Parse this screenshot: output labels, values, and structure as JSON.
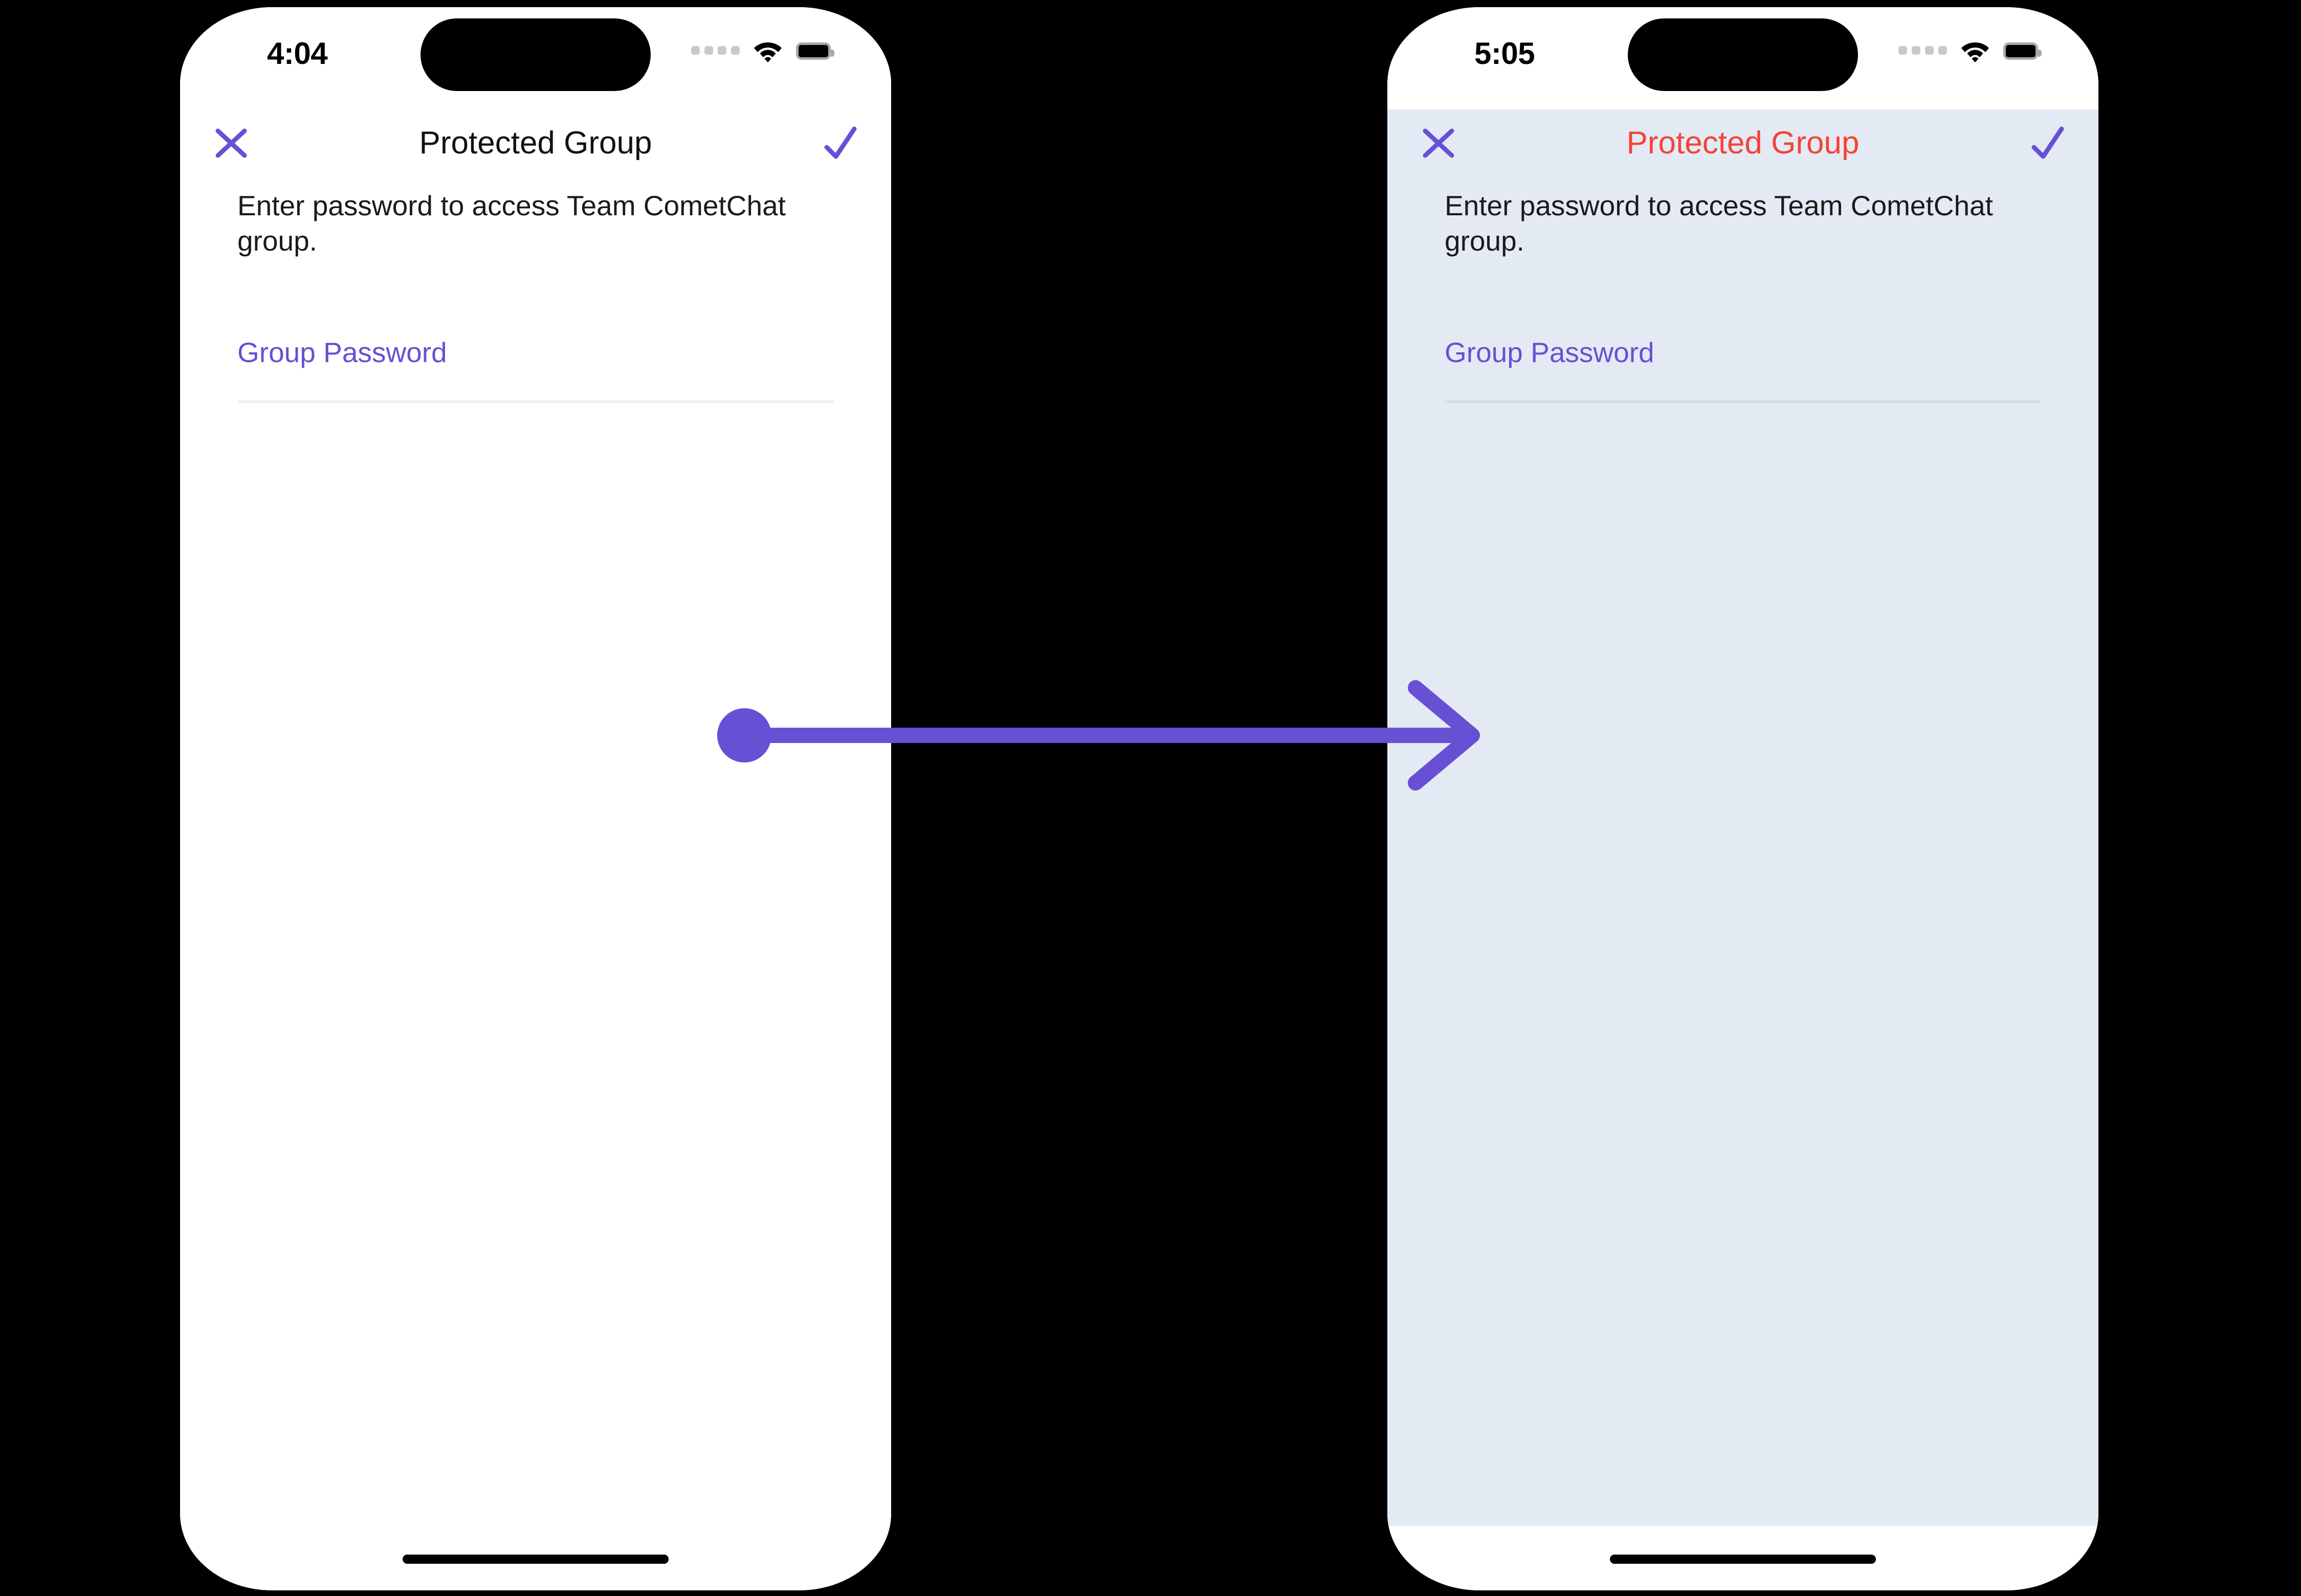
{
  "accent_colors": {
    "purple": "#6750D4",
    "red_title": "#F44336",
    "lavender_bg": "#E4EAF4",
    "white_bg": "#FFFFFF",
    "canvas_bg": "#000000",
    "rule_grey": "#ECEFF1"
  },
  "screens": [
    {
      "id": "before",
      "theme": "light",
      "status_bar": {
        "time": "4:04",
        "cellular_icon": "signal-dots-icon",
        "wifi_icon": "wifi-icon",
        "battery_icon": "battery-full-icon"
      },
      "navbar": {
        "close_icon": "close-x-icon",
        "title": "Protected Group",
        "title_color": "#111111",
        "done_icon": "checkmark-icon"
      },
      "content": {
        "description": "Enter password to access Team CometChat group.",
        "password_field": {
          "label": "Group Password",
          "value": "",
          "placeholder": ""
        }
      },
      "home_indicator": "home-indicator-bar"
    },
    {
      "id": "after",
      "theme": "lavender",
      "status_bar": {
        "time": "5:05",
        "cellular_icon": "signal-dots-icon",
        "wifi_icon": "wifi-icon",
        "battery_icon": "battery-full-icon"
      },
      "navbar": {
        "close_icon": "close-x-icon",
        "title": "Protected Group",
        "title_color": "#F44336",
        "done_icon": "checkmark-icon"
      },
      "content": {
        "description": "Enter password to access Team CometChat group.",
        "password_field": {
          "label": "Group Password",
          "value": "",
          "placeholder": ""
        }
      },
      "home_indicator": "home-indicator-bar"
    }
  ],
  "connector": {
    "icon": "arrow-right-icon",
    "start_dot": "connector-start-dot",
    "color": "#6750D4"
  }
}
